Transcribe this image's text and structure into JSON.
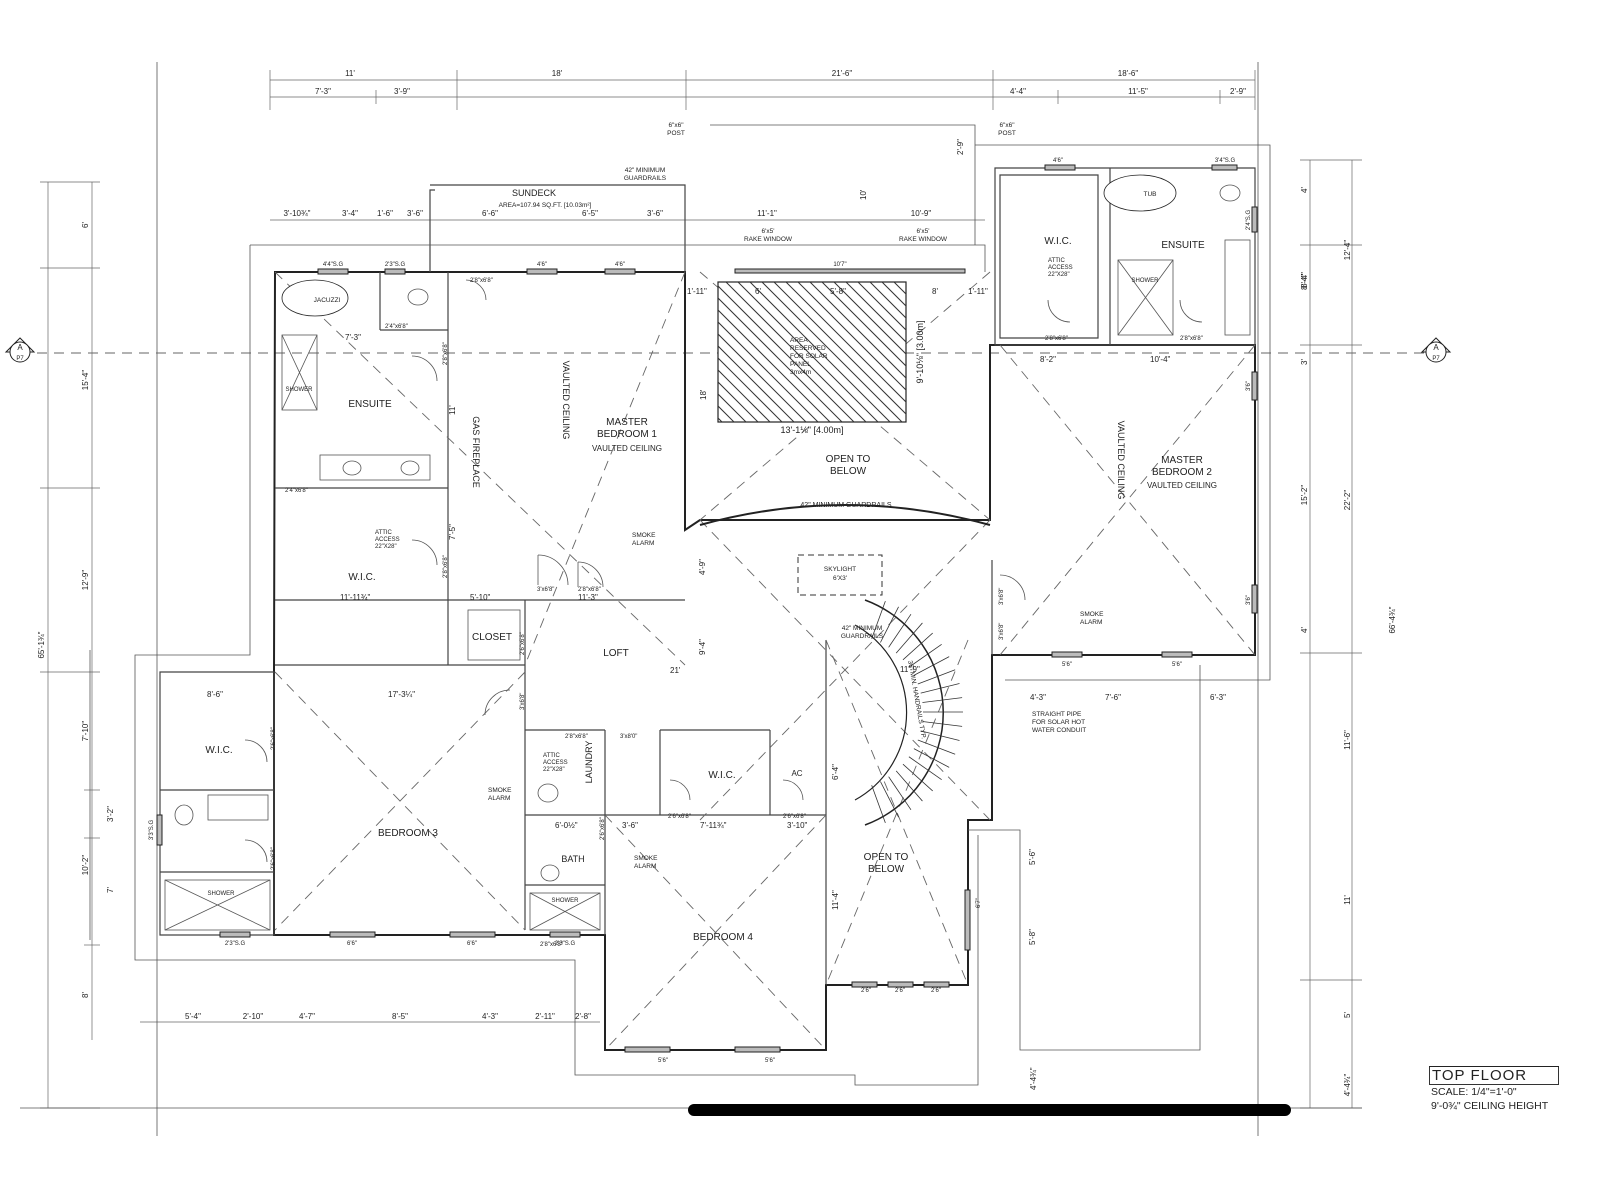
{
  "title_block": {
    "title": "TOP FLOOR",
    "scale": "SCALE: 1/4\"=1'-0\"",
    "ceiling": "9'-0¾\" CEILING HEIGHT"
  },
  "rooms": [
    {
      "id": "master-bedroom-1",
      "lines": [
        "MASTER",
        "BEDROOM 1"
      ],
      "note": "VAULTED CEILING"
    },
    {
      "id": "master-bedroom-2",
      "lines": [
        "MASTER",
        "BEDROOM 2"
      ],
      "note": "VAULTED CEILING"
    },
    {
      "id": "bedroom-3",
      "lines": [
        "BEDROOM 3"
      ]
    },
    {
      "id": "bedroom-4",
      "lines": [
        "BEDROOM 4"
      ]
    },
    {
      "id": "ensuite-1",
      "lines": [
        "ENSUITE"
      ]
    },
    {
      "id": "ensuite-2",
      "lines": [
        "ENSUITE"
      ]
    },
    {
      "id": "wic-1",
      "lines": [
        "W.I.C."
      ]
    },
    {
      "id": "wic-2",
      "lines": [
        "W.I.C."
      ]
    },
    {
      "id": "wic-3",
      "lines": [
        "W.I.C."
      ]
    },
    {
      "id": "wic-4",
      "lines": [
        "W.I.C."
      ]
    },
    {
      "id": "loft",
      "lines": [
        "LOFT"
      ]
    },
    {
      "id": "closet",
      "lines": [
        "CLOSET"
      ]
    },
    {
      "id": "laundry",
      "lines": [
        "LAUNDRY"
      ]
    },
    {
      "id": "bath",
      "lines": [
        "BATH"
      ]
    },
    {
      "id": "sundeck",
      "lines": [
        "SUNDECK"
      ],
      "note": "AREA=107.94 SQ.FT. [10.03m²]"
    },
    {
      "id": "open-to-below-1",
      "lines": [
        "OPEN TO",
        "BELOW"
      ]
    },
    {
      "id": "open-to-below-2",
      "lines": [
        "OPEN TO",
        "BELOW"
      ]
    }
  ],
  "notes": {
    "guardrails_42": "42\" MINIMUM GUARDRAILS",
    "guardrails_42_short": [
      "42\" MINIMUM",
      "GUARDRAILS"
    ],
    "solar_area": [
      "AREA",
      "RESERVED",
      "FOR SOLAR",
      "PANEL",
      "3mx4m"
    ],
    "solar_dim_h": "13'-1⅛\" [4.00m]",
    "solar_dim_v": "9'-10⅛\" [3.00m]",
    "skylight": [
      "SKYLIGHT",
      "6'X3'"
    ],
    "smoke_alarm": [
      "SMOKE",
      "ALARM"
    ],
    "attic_access": [
      "ATTIC",
      "ACCESS",
      "22\"X28\""
    ],
    "gas_fireplace": "GAS FIREPLACE",
    "vaulted_ceiling": "VAULTED CEILING",
    "rake_window_1": [
      "6'x5'",
      "RAKE WINDOW"
    ],
    "rake_window_2": [
      "6'x5'",
      "RAKE WINDOW"
    ],
    "post_1": [
      "6\"x6\"",
      "POST"
    ],
    "post_2": [
      "6\"x6\"",
      "POST"
    ],
    "solar_pipe": [
      "STRAIGHT PIPE",
      "FOR SOLAR HOT",
      "WATER CONDUIT"
    ],
    "handrail": "36\" MIN. HANDRAILS TYP.",
    "shower": "SHOWER",
    "jacuzzi": "JACUZZI",
    "tub": "TUB",
    "ac": "AC"
  },
  "dimensions": {
    "top_row1": [
      "11'",
      "18'",
      "21'-6\"",
      "18'-6\""
    ],
    "top_row2": [
      "7'-3\"",
      "3'-9\"",
      "4'-4\"",
      "11'-5\"",
      "2'-9\""
    ],
    "deck_row": [
      "3'-10¾\"",
      "3'-4\"",
      "1'-6\"",
      "3'-6\"",
      "6'-6\"",
      "6'-5\"",
      "3'-6\"",
      "11'-1\"",
      "10'-9\""
    ],
    "bottom_row": [
      "5'-4\"",
      "2'-10\"",
      "4'-7\"",
      "8'-5\"",
      "4'-3\"",
      "2'-11\"",
      "2'-8\""
    ],
    "left_col": [
      "6'",
      "15'-4\"",
      "12'-9\"",
      "7'-10\"",
      "3'-2\"",
      "10'-2\"",
      "7'",
      "8'"
    ],
    "left_total": "65'-1¾\"",
    "right_col": [
      "4'",
      "12'-4\"",
      "8'-4\"",
      "3'",
      "15'-2\"",
      "22'-2\"",
      "4'",
      "11'-6\"",
      "11'",
      "5'",
      "4'-4¾\""
    ],
    "right_total": "66'-4¾\"",
    "interior": [
      "7'-3\"",
      "11'-11¾\"",
      "17'-3¼\"",
      "8'-6\"",
      "5'-10\"",
      "11'-3\"",
      "21'",
      "8'-2\"",
      "10'-4\"",
      "4'-3\"",
      "7'-6\"",
      "6'-3\"",
      "6'-0½\"",
      "3'-6\"",
      "7'-11¾\"",
      "3'-10\"",
      "1'-11\"",
      "9'-4\"",
      "4'-9\"",
      "18'",
      "10'",
      "6'-4\"",
      "11'-4\"",
      "11'-9\"",
      "5'-6\"",
      "5'-8\"",
      "8'-4\"",
      "4'-4¾\"",
      "6'",
      "5'-8\"",
      "8'",
      "1'-11\"",
      "2'-9\"",
      "7'-5\"",
      "11'"
    ]
  },
  "windows": [
    "4'4\"S.G",
    "2'3\"S.G",
    "4'6\"",
    "4'6\"",
    "10'7\"",
    "4'6\"",
    "3'4\"S.G",
    "2'4\"S.G",
    "3'6\"",
    "3'6\"",
    "5'6\"",
    "5'6\"",
    "3'3\"S.G",
    "2'3\"S.G",
    "6'6\"",
    "6'6\"",
    "2'3\"S.G",
    "6'7\"",
    "5'6\"",
    "5'6\"",
    "2'6\"",
    "2'6\"",
    "2'6\""
  ],
  "doors": [
    "2'8\"x6'8\"",
    "2'4\"x6'8\"",
    "2'8\"x6'8\"",
    "2'4\"x6'8\"",
    "2'8\"x6'8\"",
    "3'x6'8\"",
    "2'8\"x6'8\"",
    "2'8\"x6'8\"",
    "2'8\"x6'8\"",
    "2'6\"x6'8\"",
    "2'6\"x6'8\"",
    "2'6\"x6'8\"",
    "3'x6'8\"",
    "2'8\"x6'8\"",
    "3'x8'0\"",
    "2'6\"x6'8\"",
    "2'6\"x6'8\"",
    "2'6\"x6'8\"",
    "2'8\"x6'8\"",
    "3'x6'8\"",
    "3'x6'8\""
  ],
  "section_markers": [
    {
      "letter": "A",
      "sheet": "P7"
    },
    {
      "letter": "A",
      "sheet": "P7"
    }
  ]
}
